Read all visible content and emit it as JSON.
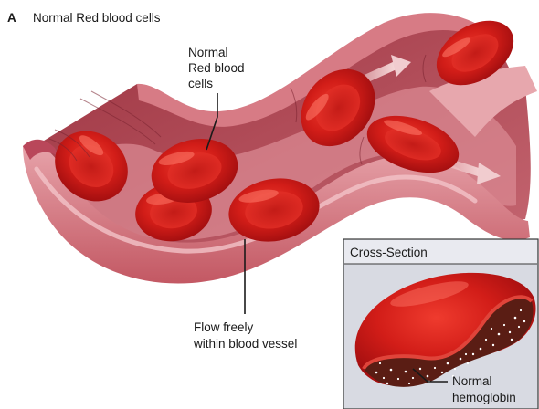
{
  "figure": {
    "panel_letter": "A",
    "panel_title": "Normal Red blood cells"
  },
  "labels": {
    "cells": {
      "line1": "Normal",
      "line2": "Red blood",
      "line3": "cells"
    },
    "flow": {
      "line1": "Flow freely",
      "line2": "within blood vessel"
    }
  },
  "cross_section": {
    "title": "Cross-Section",
    "hemoglobin_label": {
      "line1": "Normal",
      "line2": "hemoglobin"
    }
  },
  "colors": {
    "vessel_wall": "#c85c68",
    "vessel_inner": "#e49ca3",
    "cell_red": "#cc1a16",
    "cell_highlight": "#f35a4c",
    "box_background": "#d9dbe3",
    "box_header": "#e8e9ef"
  }
}
